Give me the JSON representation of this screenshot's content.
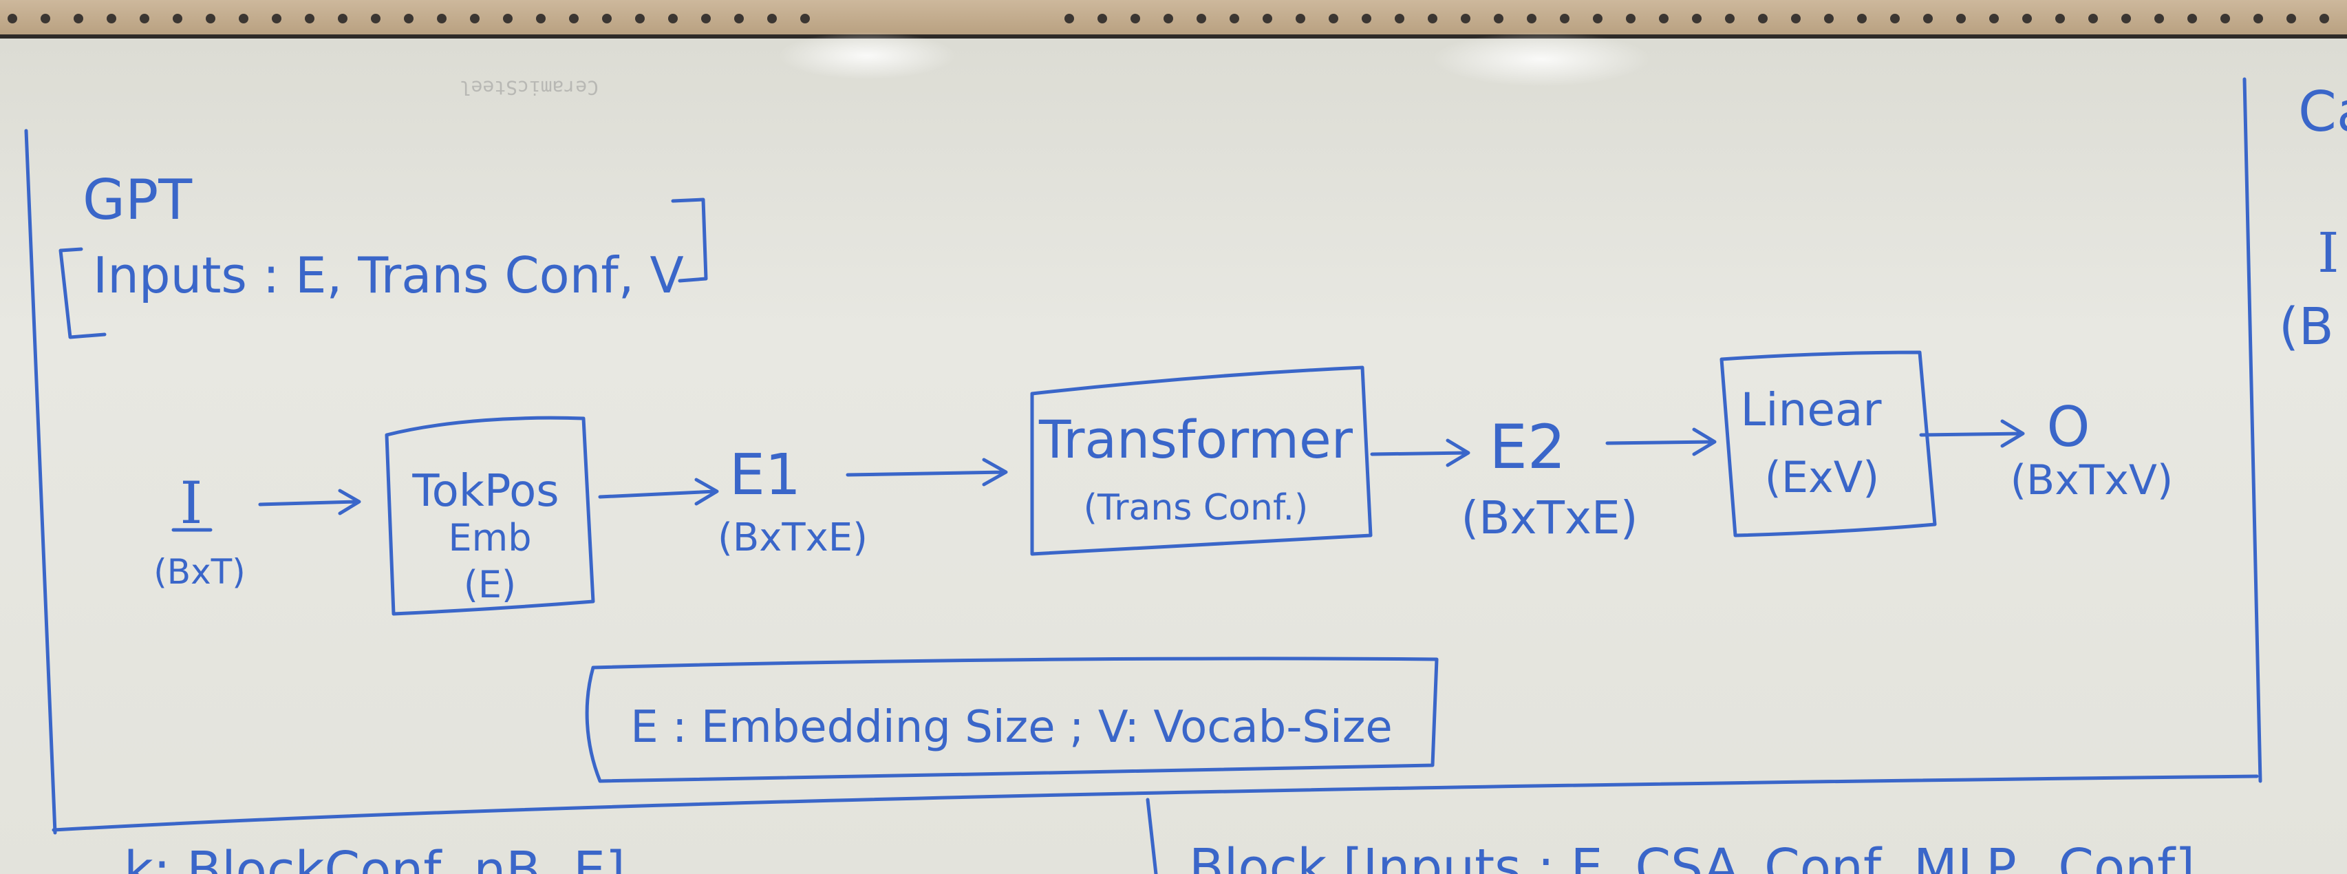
{
  "ghost_text": "CeramicSteel",
  "gpt_section": {
    "title": "GPT",
    "inputs": "Inputs : E, Trans Conf, V",
    "input_node": {
      "label": "I",
      "shape": "(BxT)"
    },
    "tokpos_box": {
      "line1": "TokPos",
      "line2": "Emb",
      "line3": "(E)"
    },
    "e1_node": {
      "label": "E1",
      "shape": "(BxTxE)"
    },
    "transformer_box": {
      "line1": "Transformer",
      "line2": "(Trans Conf.)"
    },
    "e2_node": {
      "label": "E2",
      "shape": "(BxTxE)"
    },
    "linear_box": {
      "line1": "Linear",
      "line2": "(ExV)"
    },
    "output_node": {
      "label": "O",
      "shape": "(BxTxV)"
    },
    "legend": "E : Embedding Size ;  V: Vocab-Size"
  },
  "right_section": {
    "title_fragment": "Cau",
    "input_fragment": "I",
    "shape_fragment": "(B"
  },
  "bottom_left": {
    "text_fragment": "k; BlockConf, nB, E]"
  },
  "bottom_right": {
    "text": "Block [Inputs : E, CSA_Conf, MLP_ Conf]"
  },
  "colors": {
    "ink": "#3a66c9",
    "board": "#e6e6df",
    "tray": "#c3ab8d"
  }
}
